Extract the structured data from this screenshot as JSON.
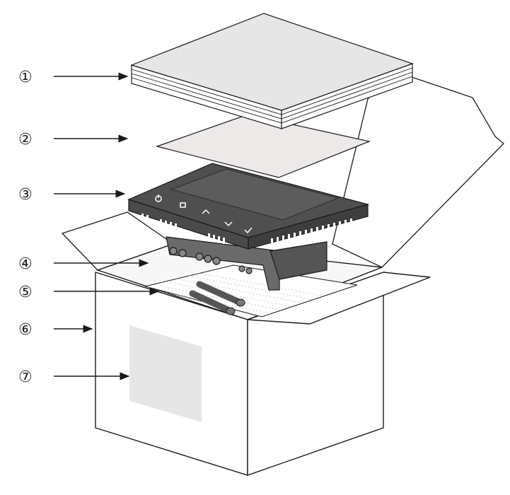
{
  "callouts": [
    {
      "label": "①",
      "part": "manual-stack"
    },
    {
      "label": "②",
      "part": "protective-film"
    },
    {
      "label": "③",
      "part": "thermostat"
    },
    {
      "label": "④",
      "part": "box-insert"
    },
    {
      "label": "⑤",
      "part": "screws"
    },
    {
      "label": "⑥",
      "part": "box"
    },
    {
      "label": "⑦",
      "part": "box-label"
    }
  ],
  "colors": {
    "line": "#1a1a1a",
    "manual_top": "#e6e6e6",
    "film": "#ece9e8",
    "device_front": "#4a4a4a",
    "device_screen": "#5a5a5a",
    "box_face": "#ffffff",
    "label_patch": "#e6e6e6",
    "screw": "#555555"
  }
}
